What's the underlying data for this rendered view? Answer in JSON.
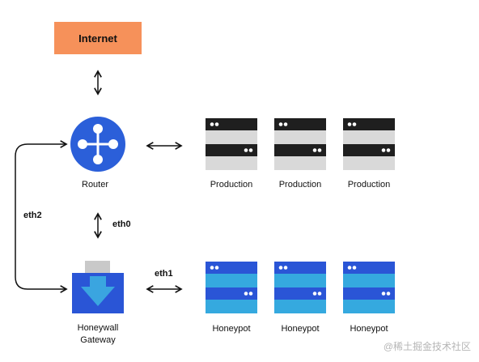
{
  "internet": {
    "label": "Internet"
  },
  "router": {
    "label": "Router"
  },
  "gateway": {
    "line1": "Honeywall",
    "line2": "Gateway"
  },
  "interfaces": {
    "eth0": "eth0",
    "eth1": "eth1",
    "eth2": "eth2"
  },
  "production_servers": [
    {
      "label": "Production"
    },
    {
      "label": "Production"
    },
    {
      "label": "Production"
    }
  ],
  "honeypots": [
    {
      "label": "Honeypot"
    },
    {
      "label": "Honeypot"
    },
    {
      "label": "Honeypot"
    }
  ],
  "watermark": "@稀土掘金技术社区",
  "colors": {
    "internet_fill": "#f6915a",
    "router_blue": "#2b5fd9",
    "server_dark": "#1f1f1f",
    "server_light": "#d9d9d9",
    "honeypot_dark": "#2a55d6",
    "honeypot_light": "#35a9df",
    "gateway_grey": "#c9c9c9",
    "gateway_arrow": "#3aa5e0",
    "line": "#111111"
  }
}
